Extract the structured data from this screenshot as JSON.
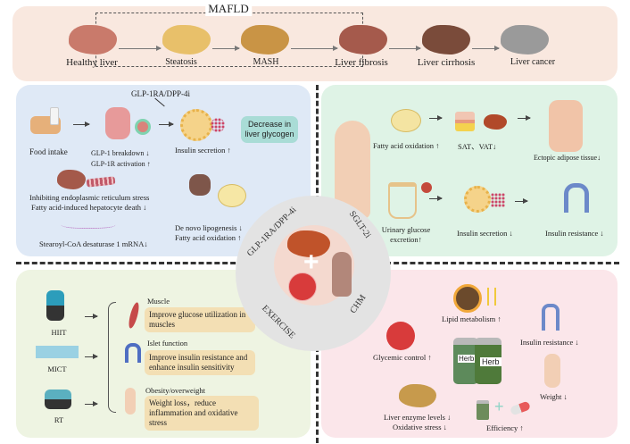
{
  "top": {
    "title": "MAFLD",
    "stages": [
      {
        "label": "Healthy liver",
        "color": "#c97a6b"
      },
      {
        "label": "Steatosis",
        "color": "#e8c06a"
      },
      {
        "label": "MASH",
        "color": "#c99445"
      },
      {
        "label": "Liver fibrosis",
        "color": "#a55a4c"
      },
      {
        "label": "Liver cirrhosis",
        "color": "#7a4b3a"
      },
      {
        "label": "Liver cancer",
        "color": "#9a9a9a"
      }
    ]
  },
  "tl": {
    "drug_label": "GLP-1RA/DPP-4i",
    "food_intake": "Food intake",
    "glp1_breakdown": "GLP-1 breakdown ↓",
    "glp1r_activation": "GLP-1R activation ↑",
    "insulin_secretion": "Insulin secretion ↑",
    "glycogen_box": "Decrease in liver glycogen",
    "er_stress_1": "Inhibiting endoplasmic reticulum stress",
    "er_stress_2": "Fatty acid-induced hepatocyte death ↓",
    "scd1": "Stearoyl-CoA desaturase 1 mRNA↓",
    "lipo_1": "De novo lipogenesis ↓",
    "lipo_2": "Fatty acid oxidation ↑"
  },
  "tr": {
    "fatty_acid": "Fatty acid oxidation ↑",
    "sat_vat": "SAT、VAT↓",
    "ectopic": "Ectopic adipose tissue↓",
    "urinary_1": "Urinary glucose",
    "urinary_2": "excretion↑",
    "insulin_secretion": "Insulin secretion ↓",
    "insulin_resistance": "Insulin resistance ↓"
  },
  "bl": {
    "exercises": [
      "HIIT",
      "MICT",
      "RT"
    ],
    "muscle_title": "Muscle",
    "muscle_box": "Improve glucose utilization in muscles",
    "islet_title": "Islet function",
    "islet_box": "Improve insulin resistance and enhance insulin sensitivity",
    "obesity_title": "Obesity/overweight",
    "obesity_box": "Weight loss，reduce inflammation and oxidative stress"
  },
  "br": {
    "lipid": "Lipid metabolism ↑",
    "insulin_resistance": "Insulin resistance ↓",
    "glycemic": "Glycemic control ↑",
    "herb_1": "Herb",
    "herb_2": "Herb",
    "weight": "Weight ↓",
    "liver_1": "Liver enzyme levels ↓",
    "liver_2": "Oxidative stress ↓",
    "efficiency": "Efficiency ↑"
  },
  "center": {
    "q_tl": "GLP-1RA/DPP-4i",
    "q_tr": "SGLT-2i",
    "q_bl": "EXERCISE",
    "q_br": "CHM",
    "plus": "+"
  }
}
